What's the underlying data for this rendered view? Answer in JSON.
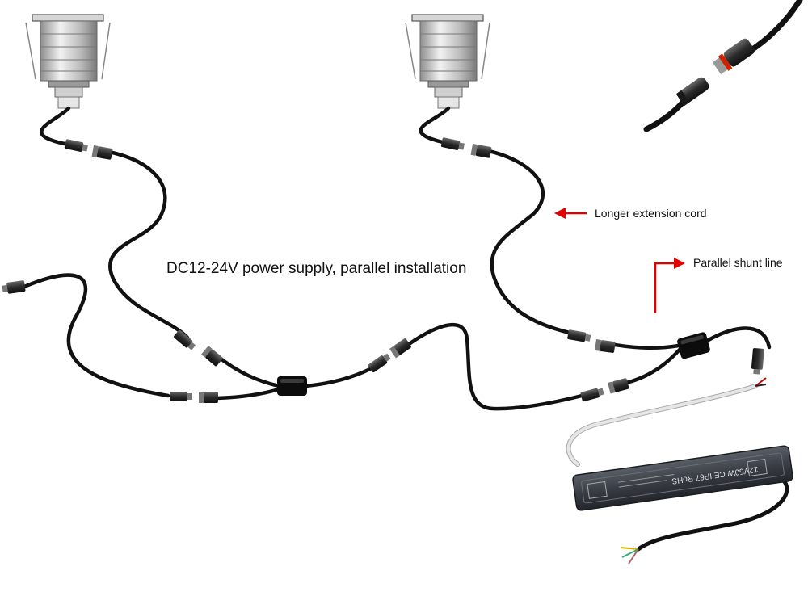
{
  "diagram": {
    "caption": "DC12-24V power supply, parallel installation",
    "callouts": {
      "extension": "Longer extension cord",
      "shunt": "Parallel shunt line"
    },
    "driver": {
      "model_text": "12V50W CE IP67 RoHS"
    },
    "colors": {
      "cable": "#111111",
      "arrow": "#e00000",
      "driver_body": "#3d4148",
      "white_cable": "#d8d8d8",
      "fixture_metal": "#bfbfbf"
    },
    "icons": [
      "downlight-fixture-icon",
      "connector-plug-icon",
      "splitter-icon",
      "led-driver-icon",
      "waterproof-connector-icon"
    ]
  }
}
